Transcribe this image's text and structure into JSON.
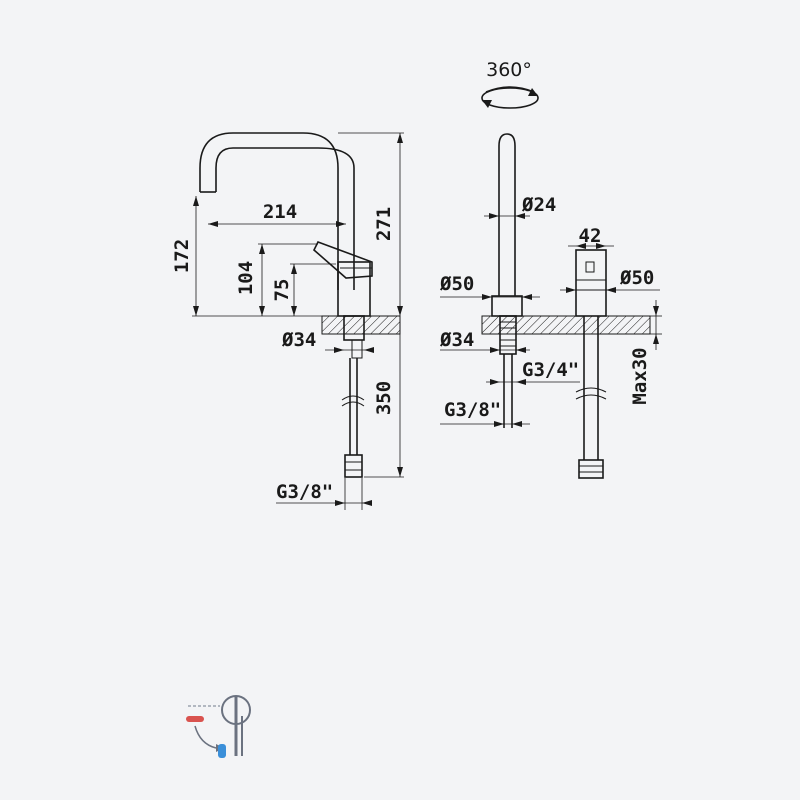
{
  "side_view": {
    "reach": "214",
    "spout_height": "172",
    "total_height": "271",
    "handle_height": "104",
    "body_height": "75",
    "hole_diameter": "Ø34",
    "hose_length": "350",
    "hose_thread": "G3/8\""
  },
  "front_view": {
    "rotation": "360°",
    "spout_diameter": "Ø24",
    "handle_width": "42",
    "base_diameter_left": "Ø50",
    "base_diameter_right": "Ø50",
    "hole_diameter": "Ø34",
    "shank_thread": "G3/4\"",
    "hose_thread": "G3/8\"",
    "max_thickness": "Max30"
  },
  "colors": {
    "line": "#1a1a1a",
    "background": "#f3f4f6",
    "hot": "#d9534f",
    "cold": "#3a8fd9",
    "icon_outline": "#6b7280"
  },
  "icons": [
    "single-lever-mixer-icon"
  ]
}
